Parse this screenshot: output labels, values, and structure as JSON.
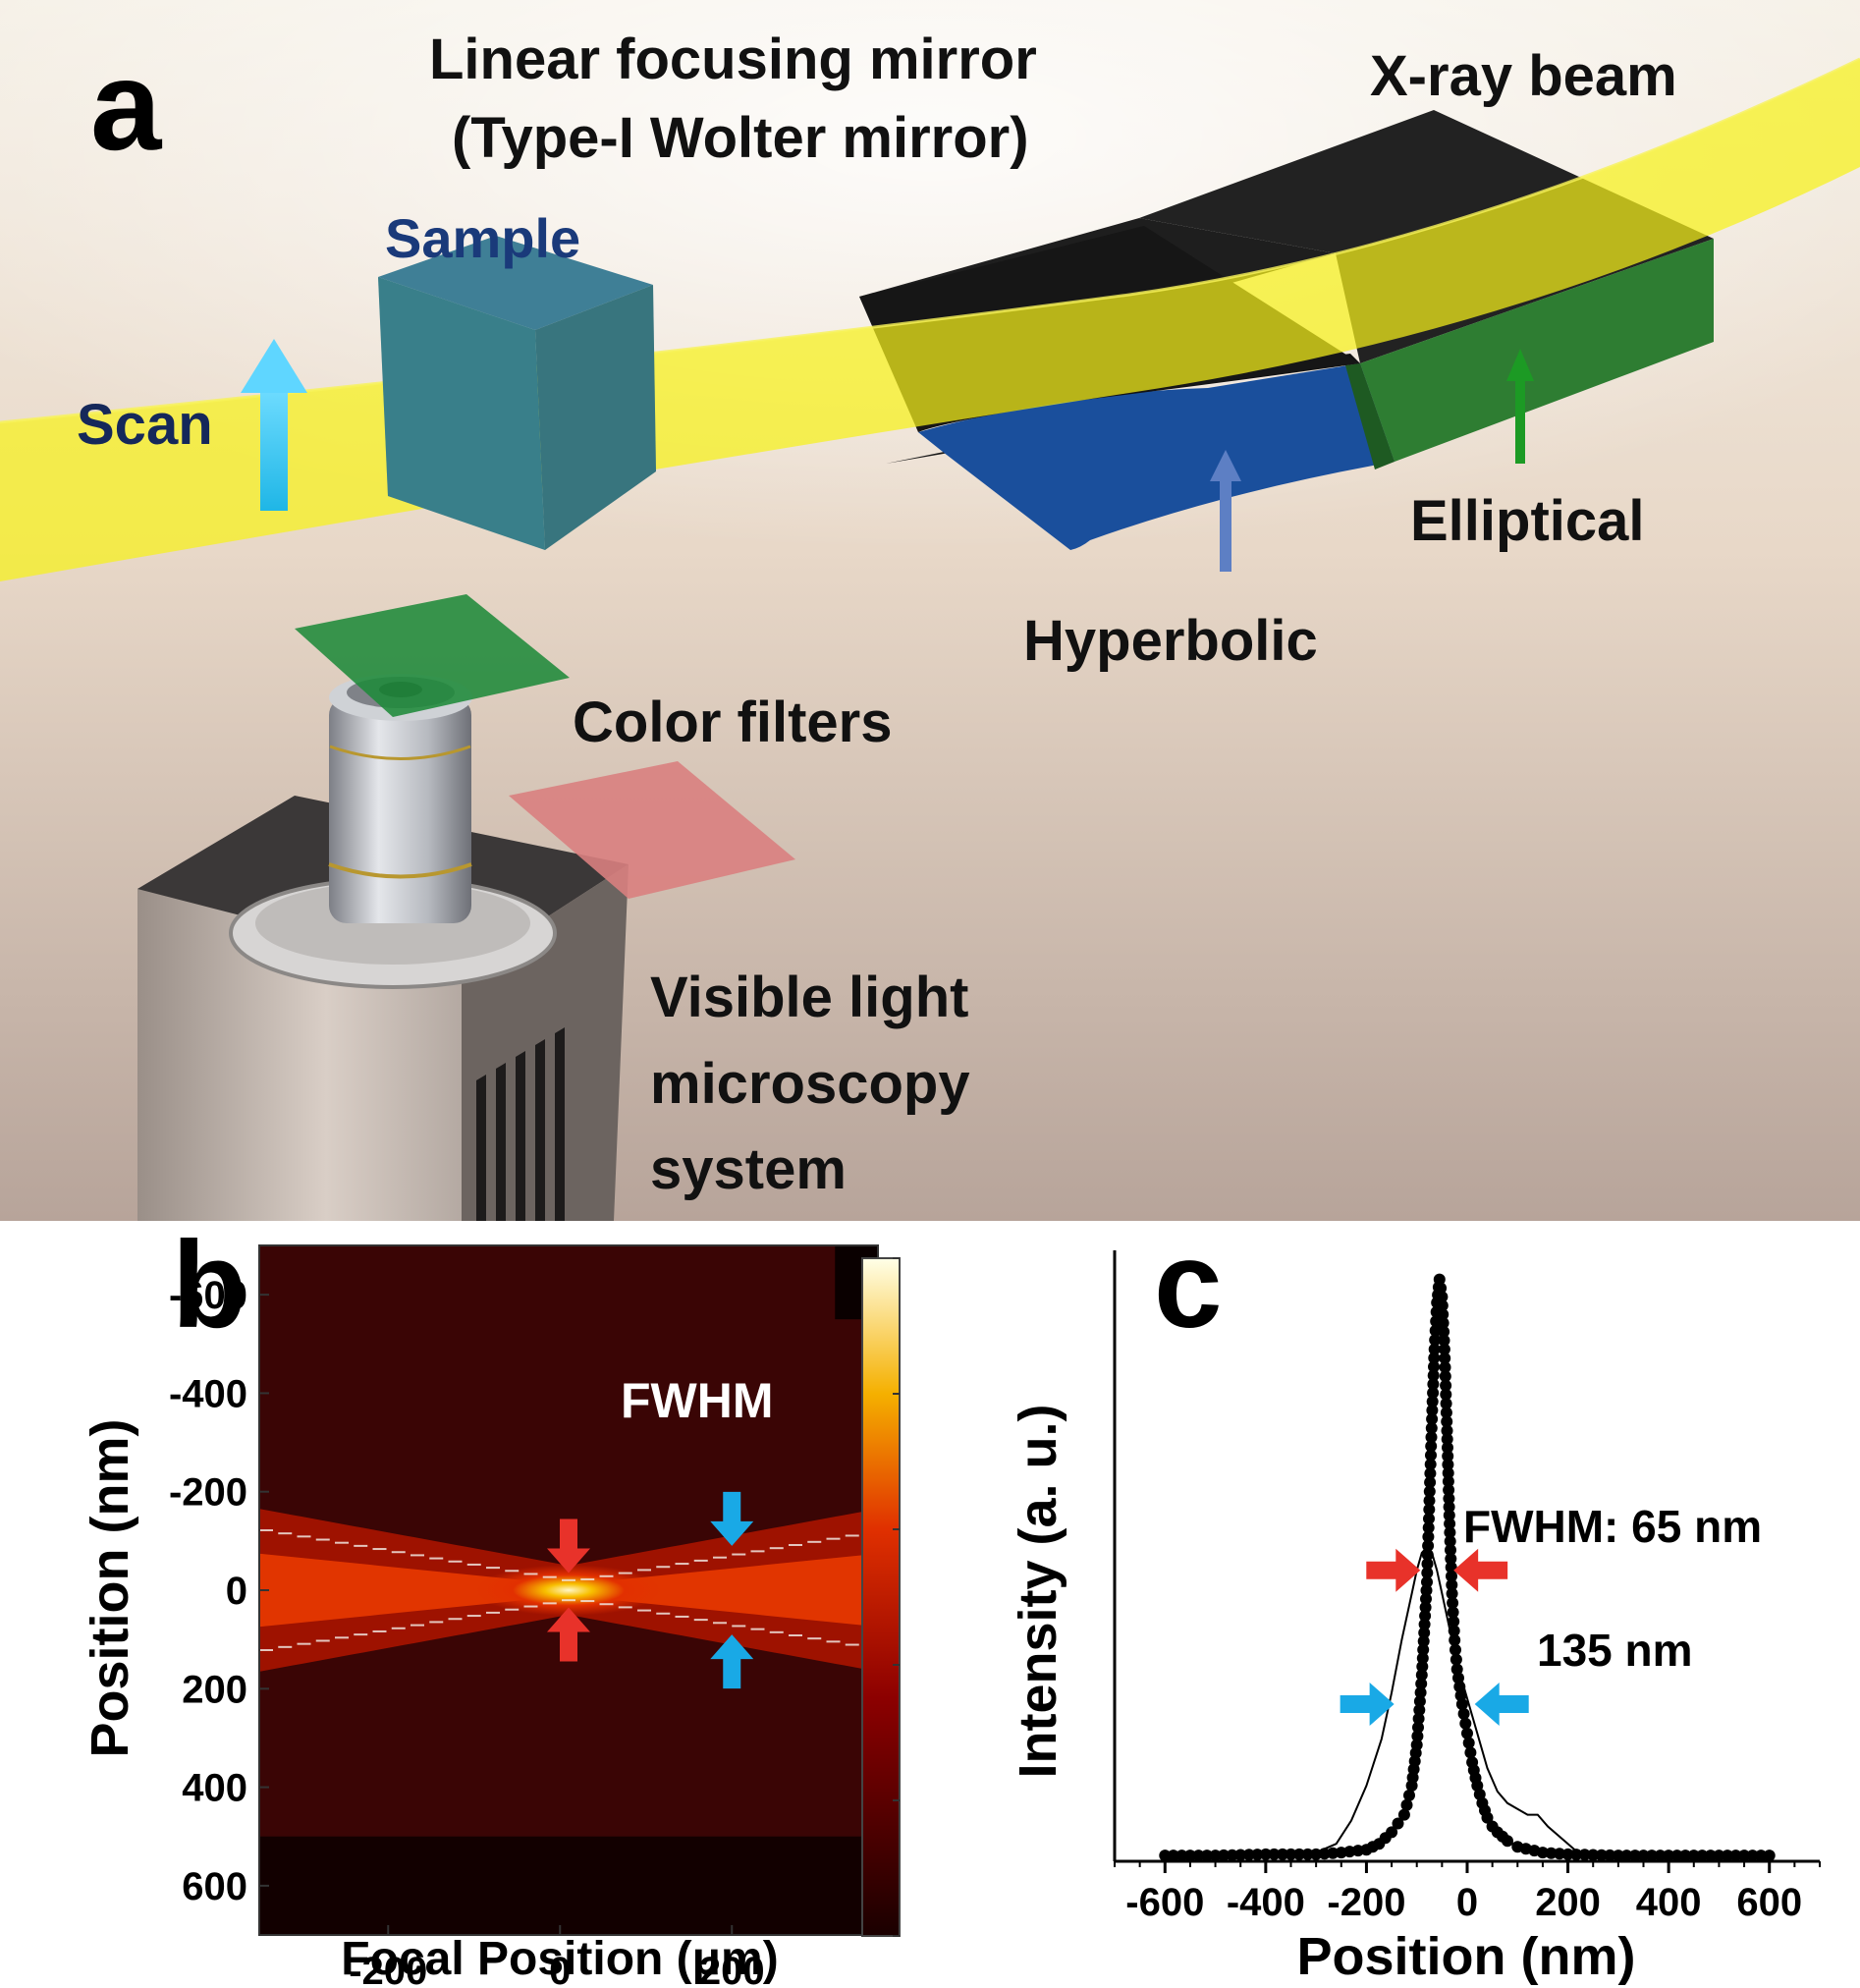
{
  "panel_a": {
    "letter": "a",
    "mirror_label_line1": "Linear focusing mirror",
    "mirror_label_line2": "(Type-I Wolter mirror)",
    "beam_label": "X-ray beam",
    "sample_label": "Sample",
    "scan_label": "Scan",
    "elliptical_label": "Elliptical",
    "hyperbolic_label": "Hyperbolic",
    "filters_label": "Color filters",
    "microscope_label_line1": "Visible light",
    "microscope_label_line2": "microscopy",
    "microscope_label_line3": "system",
    "colors": {
      "beam": "#f6f11a",
      "hyperbolic": "#1a4f9c",
      "elliptical": "#2e7d32",
      "sample": "#2f6f8f",
      "filter_green": "#1f8a3a",
      "filter_red": "#d98080"
    }
  },
  "panel_b": {
    "letter": "b",
    "annotation": "FWHM",
    "chart_data": {
      "type": "heatmap",
      "xlabel": "Focal Position (μm)",
      "ylabel": "Position (nm)",
      "xticks": [
        -200,
        0,
        200
      ],
      "yticks": [
        -600,
        -400,
        -200,
        0,
        200,
        400,
        600
      ],
      "xlim": [
        -350,
        370
      ],
      "ylim": [
        -700,
        700
      ],
      "y_inverted": true,
      "colormap": "hot",
      "colorbar": true,
      "focus": {
        "x": 10,
        "y": 0
      },
      "arrow_positions_um": {
        "red": 10,
        "cyan": 200
      },
      "colors": {
        "red_arrow": "#e8322a",
        "cyan_arrow": "#19a9e6"
      }
    }
  },
  "panel_c": {
    "letter": "c",
    "fwhm_label": "FWHM: 65 nm",
    "fwhm2_label": "135 nm",
    "chart_data": {
      "type": "line",
      "xlabel": "Position (nm)",
      "ylabel": "Intensity (a. u.)",
      "xticks": [
        -600,
        -400,
        -200,
        0,
        200,
        400,
        600
      ],
      "xlim": [
        -700,
        700
      ],
      "ylim": [
        0,
        1.05
      ],
      "series": [
        {
          "style": "dotted-markers",
          "x": [
            -600,
            -500,
            -400,
            -300,
            -250,
            -200,
            -175,
            -150,
            -125,
            -110,
            -100,
            -90,
            -80,
            -75,
            -70,
            -65,
            -60,
            -55,
            -50,
            -45,
            -40,
            -35,
            -30,
            -25,
            -20,
            -10,
            0,
            10,
            20,
            30,
            40,
            50,
            60,
            80,
            100,
            150,
            200,
            300,
            400,
            500,
            600
          ],
          "y": [
            0.01,
            0.01,
            0.012,
            0.012,
            0.015,
            0.02,
            0.03,
            0.05,
            0.08,
            0.13,
            0.2,
            0.32,
            0.48,
            0.62,
            0.76,
            0.88,
            0.96,
            1.0,
            0.97,
            0.88,
            0.74,
            0.58,
            0.46,
            0.38,
            0.33,
            0.27,
            0.22,
            0.17,
            0.13,
            0.1,
            0.075,
            0.06,
            0.05,
            0.035,
            0.025,
            0.015,
            0.012,
            0.01,
            0.01,
            0.01,
            0.01
          ]
        },
        {
          "style": "thin-line",
          "x": [
            -600,
            -400,
            -300,
            -260,
            -230,
            -200,
            -170,
            -150,
            -130,
            -110,
            -100,
            -90,
            -80,
            -70,
            -60,
            -50,
            -40,
            -30,
            -20,
            -10,
            0,
            20,
            40,
            60,
            80,
            100,
            120,
            140,
            160,
            200,
            220,
            300,
            400,
            600
          ],
          "y": [
            0.01,
            0.012,
            0.015,
            0.03,
            0.07,
            0.13,
            0.21,
            0.29,
            0.38,
            0.46,
            0.5,
            0.53,
            0.54,
            0.53,
            0.5,
            0.46,
            0.42,
            0.38,
            0.34,
            0.31,
            0.28,
            0.22,
            0.16,
            0.12,
            0.1,
            0.09,
            0.08,
            0.08,
            0.06,
            0.03,
            0.015,
            0.01,
            0.01,
            0.01
          ]
        }
      ],
      "arrow_positions_nm": {
        "red_left": -93,
        "red_right": -27,
        "cyan_left": -145,
        "cyan_right": 15
      },
      "arrow_levels": {
        "red": 0.5,
        "cyan": 0.27
      },
      "colors": {
        "red_arrow": "#e8322a",
        "cyan_arrow": "#19a9e6"
      }
    }
  }
}
